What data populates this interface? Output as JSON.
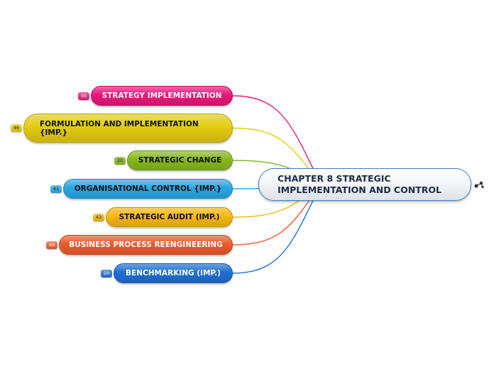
{
  "central": {
    "line1": "CHAPTER 8 STRATEGIC",
    "line2": "IMPLEMENTATION AND CONTROL"
  },
  "topics": [
    {
      "label": "STRATEGY IMPLEMENTATION",
      "count": "55",
      "color": "#e8177a",
      "text_color": "#ffffff"
    },
    {
      "label": "FORMULATION AND IMPLEMENTATION {IMP.}",
      "count": "46",
      "color": "#e2cb10",
      "text_color": "#111111"
    },
    {
      "label": "STRATEGIC CHANGE",
      "count": "20",
      "color": "#86b81f",
      "text_color": "#111111"
    },
    {
      "label": "ORGANISATIONAL CONTROL {IMP.}",
      "count": "41",
      "color": "#27a7e3",
      "text_color": "#111111"
    },
    {
      "label": "STRATEGIC AUDIT (IMP.)",
      "count": "43",
      "color": "#f4b711",
      "text_color": "#111111"
    },
    {
      "label": "BUSINESS PROCESS REENGINEERING",
      "count": "59",
      "color": "#ec5a2c",
      "text_color": "#ffffff"
    },
    {
      "label": "BENCHMARKING (IMP.)",
      "count": "20",
      "color": "#1f6ed3",
      "text_color": "#ffffff"
    }
  ],
  "icons": {
    "corner": "mindmeister-logo-icon"
  }
}
